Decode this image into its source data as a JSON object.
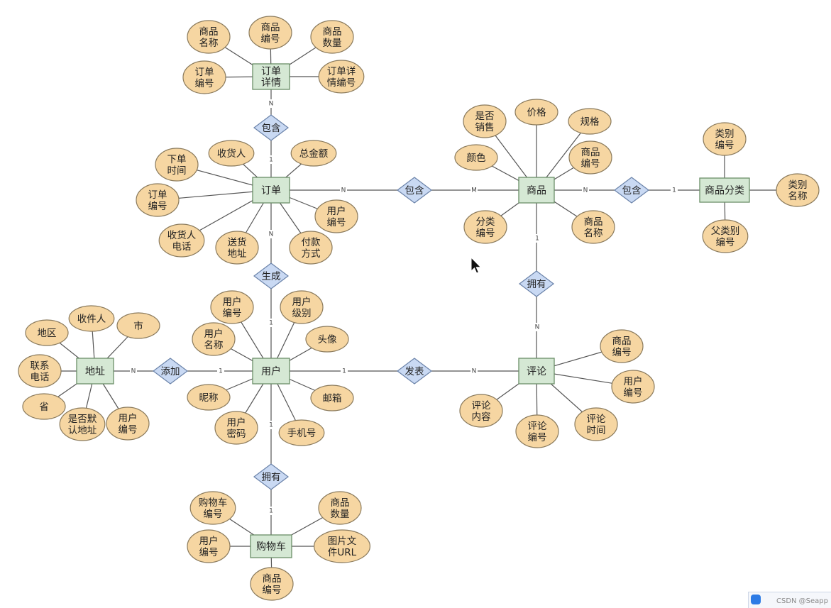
{
  "entities": [
    {
      "id": "order_detail",
      "label": "订单\n详情"
    },
    {
      "id": "order",
      "label": "订单"
    },
    {
      "id": "product",
      "label": "商品"
    },
    {
      "id": "category",
      "label": "商品分类"
    },
    {
      "id": "address",
      "label": "地址"
    },
    {
      "id": "user",
      "label": "用户"
    },
    {
      "id": "review",
      "label": "评论"
    },
    {
      "id": "cart",
      "label": "购物车"
    }
  ],
  "relationships": [
    {
      "id": "r_od",
      "label": "包含"
    },
    {
      "id": "r_op",
      "label": "包含"
    },
    {
      "id": "r_pc",
      "label": "包含"
    },
    {
      "id": "r_ou",
      "label": "生成"
    },
    {
      "id": "r_pr",
      "label": "拥有"
    },
    {
      "id": "r_au",
      "label": "添加"
    },
    {
      "id": "r_ur",
      "label": "发表"
    },
    {
      "id": "r_uc",
      "label": "拥有"
    }
  ],
  "attributes": [
    {
      "entity": "order_detail",
      "label": "商品\n名称"
    },
    {
      "entity": "order_detail",
      "label": "商品\n编号"
    },
    {
      "entity": "order_detail",
      "label": "商品\n数量"
    },
    {
      "entity": "order_detail",
      "label": "订单\n编号"
    },
    {
      "entity": "order_detail",
      "label": "订单详\n情编号"
    },
    {
      "entity": "order",
      "label": "下单\n时间"
    },
    {
      "entity": "order",
      "label": "收货人"
    },
    {
      "entity": "order",
      "label": "总金额"
    },
    {
      "entity": "order",
      "label": "订单\n编号"
    },
    {
      "entity": "order",
      "label": "用户\n编号"
    },
    {
      "entity": "order",
      "label": "收货人\n电话"
    },
    {
      "entity": "order",
      "label": "送货\n地址"
    },
    {
      "entity": "order",
      "label": "付款\n方式"
    },
    {
      "entity": "product",
      "label": "是否\n销售"
    },
    {
      "entity": "product",
      "label": "价格"
    },
    {
      "entity": "product",
      "label": "规格"
    },
    {
      "entity": "product",
      "label": "颜色"
    },
    {
      "entity": "product",
      "label": "商品\n编号"
    },
    {
      "entity": "product",
      "label": "分类\n编号"
    },
    {
      "entity": "product",
      "label": "商品\n名称"
    },
    {
      "entity": "category",
      "label": "类别\n编号"
    },
    {
      "entity": "category",
      "label": "类别\n名称"
    },
    {
      "entity": "category",
      "label": "父类别\n编号"
    },
    {
      "entity": "address",
      "label": "收件人"
    },
    {
      "entity": "address",
      "label": "地区"
    },
    {
      "entity": "address",
      "label": "市"
    },
    {
      "entity": "address",
      "label": "联系\n电话"
    },
    {
      "entity": "address",
      "label": "省"
    },
    {
      "entity": "address",
      "label": "是否默\n认地址"
    },
    {
      "entity": "address",
      "label": "用户\n编号"
    },
    {
      "entity": "user",
      "label": "用户\n编号"
    },
    {
      "entity": "user",
      "label": "用户\n级别"
    },
    {
      "entity": "user",
      "label": "用户\n名称"
    },
    {
      "entity": "user",
      "label": "头像"
    },
    {
      "entity": "user",
      "label": "昵称"
    },
    {
      "entity": "user",
      "label": "邮箱"
    },
    {
      "entity": "user",
      "label": "用户\n密码"
    },
    {
      "entity": "user",
      "label": "手机号"
    },
    {
      "entity": "review",
      "label": "商品\n编号"
    },
    {
      "entity": "review",
      "label": "用户\n编号"
    },
    {
      "entity": "review",
      "label": "评论\n内容"
    },
    {
      "entity": "review",
      "label": "评论\n编号"
    },
    {
      "entity": "review",
      "label": "评论\n时间"
    },
    {
      "entity": "cart",
      "label": "购物车\n编号"
    },
    {
      "entity": "cart",
      "label": "商品\n数量"
    },
    {
      "entity": "cart",
      "label": "用户\n编号"
    },
    {
      "entity": "cart",
      "label": "图片文\n件URL"
    },
    {
      "entity": "cart",
      "label": "商品\n编号"
    }
  ],
  "links": [
    {
      "from": "order_detail",
      "via": "r_od",
      "to": "order",
      "from_card": "N",
      "to_card": "1"
    },
    {
      "from": "order",
      "via": "r_op",
      "to": "product",
      "from_card": "N",
      "to_card": "M"
    },
    {
      "from": "product",
      "via": "r_pc",
      "to": "category",
      "from_card": "N",
      "to_card": "1"
    },
    {
      "from": "order",
      "via": "r_ou",
      "to": "user",
      "from_card": "N",
      "to_card": "1"
    },
    {
      "from": "product",
      "via": "r_pr",
      "to": "review",
      "from_card": "1",
      "to_card": "N"
    },
    {
      "from": "address",
      "via": "r_au",
      "to": "user",
      "from_card": "N",
      "to_card": "1"
    },
    {
      "from": "user",
      "via": "r_ur",
      "to": "review",
      "from_card": "1",
      "to_card": "N"
    },
    {
      "from": "user",
      "via": "r_uc",
      "to": "cart",
      "from_card": "1",
      "to_card": "1"
    }
  ],
  "watermark": "CSDN @Seapp",
  "icons": {
    "cursor": "mouse-pointer-icon",
    "tray": "input-method-icon"
  }
}
